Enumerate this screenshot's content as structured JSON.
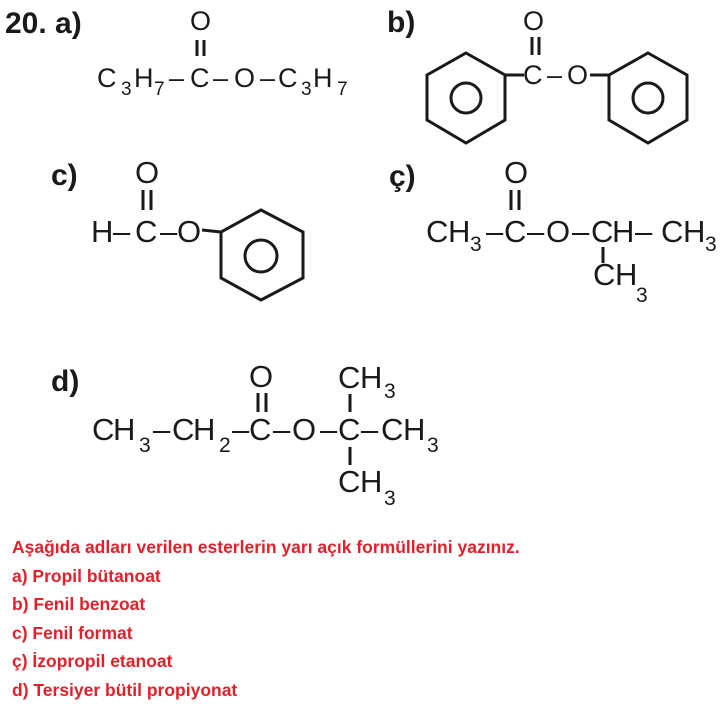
{
  "question_number_label": "20. a)",
  "a": {
    "carbonyl_o": "O",
    "chain": [
      "C",
      "3",
      "H",
      "7",
      "–",
      "C",
      "–",
      "O",
      "–",
      "C",
      "3",
      "H",
      "7"
    ]
  },
  "b": {
    "label": "b)",
    "carbonyl_o": "O",
    "carbon": "C",
    "bond": "–",
    "ester_o": "O"
  },
  "c": {
    "label": "c)",
    "carbonyl_o": "O",
    "chain": [
      "H",
      "–",
      "C",
      "–",
      "O"
    ]
  },
  "c_cedilla": {
    "label": "ç)",
    "carbonyl_o": "O",
    "chain": [
      "C",
      "H",
      "3",
      "–",
      "C",
      "–",
      "O",
      "–",
      "C",
      "H",
      "–",
      "C",
      "H",
      "3"
    ],
    "branch": [
      "C",
      "H",
      "3"
    ]
  },
  "d": {
    "label": "d)",
    "carbonyl_o": "O",
    "top_branch": [
      "C",
      "H",
      "3"
    ],
    "chain": [
      "C",
      "H",
      "3",
      "–",
      "C",
      "H",
      "2",
      "–",
      "C",
      "–",
      "O",
      "–",
      "C",
      "–",
      "C",
      "H",
      "3"
    ],
    "bottom_branch": [
      "C",
      "H",
      "3"
    ]
  },
  "task": {
    "instruction": "Aşağıda adları verilen esterlerin yarı açık formüllerini yazınız.",
    "items": [
      "a) Propil bütanoat",
      "b) Fenil benzoat",
      "c) Fenil format",
      "ç) İzopropil etanoat",
      "d) Tersiyer bütil propiyonat"
    ]
  },
  "colors": {
    "text": "#1a1a1a",
    "task_red": "#e3202a"
  }
}
